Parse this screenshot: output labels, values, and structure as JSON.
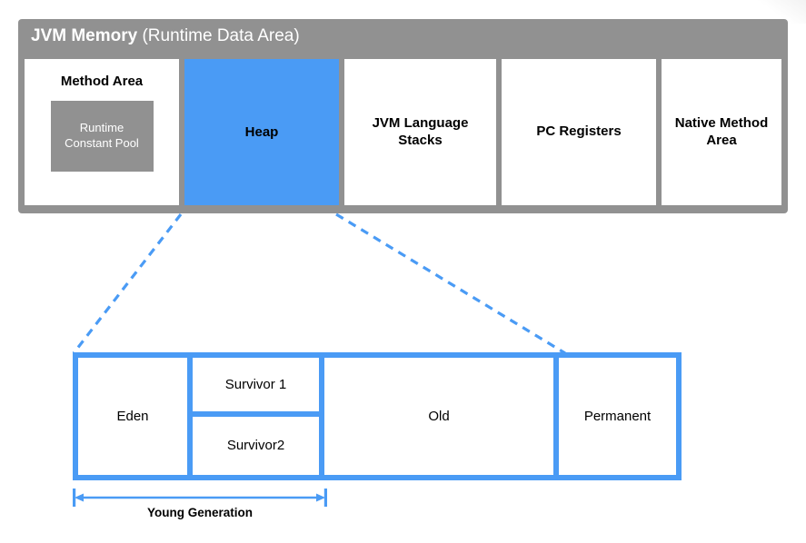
{
  "diagram": {
    "title_strong": "JVM Memory",
    "title_rest": " (Runtime Data Area)",
    "runtime_data_area": {
      "cells": [
        {
          "label": "Method Area",
          "nested_label": "Runtime\nConstant Pool"
        },
        {
          "label": "Heap"
        },
        {
          "label": "JVM Language Stacks"
        },
        {
          "label": "PC Registers"
        },
        {
          "label": "Native Method Area"
        }
      ],
      "method_area_label": "Method Area",
      "runtime_constant_pool_line1": "Runtime",
      "runtime_constant_pool_line2": "Constant Pool",
      "heap_label": "Heap",
      "stacks_line1": "JVM Language",
      "stacks_line2": "Stacks",
      "pc_registers_label": "PC Registers",
      "native_line1": "Native Method",
      "native_line2": "Area"
    },
    "heap_detail": {
      "eden_label": "Eden",
      "survivor1_label": "Survivor 1",
      "survivor2_label": "Survivor2",
      "old_label": "Old",
      "permanent_label": "Permanent"
    },
    "annotations": {
      "young_generation_label": "Young Generation"
    },
    "colors": {
      "heap_blue": "#4a9bf5",
      "container_gray": "#919191",
      "text_black": "#000000",
      "cell_white": "#ffffff"
    }
  }
}
